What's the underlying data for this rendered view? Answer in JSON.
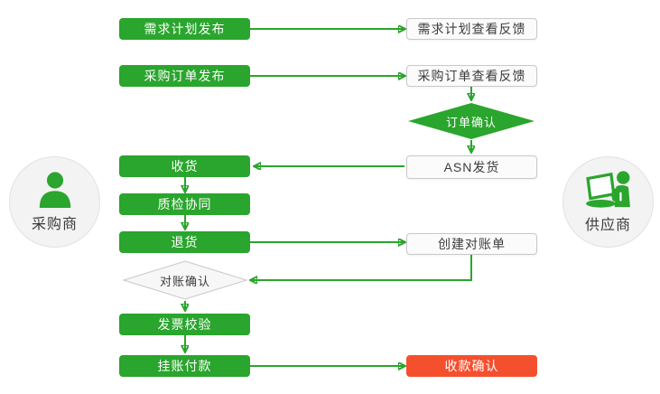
{
  "actors": {
    "buyer": "采购商",
    "supplier": "供应商"
  },
  "nodes": {
    "demand_publish": "需求计划发布",
    "demand_feedback": "需求计划查看反馈",
    "po_publish": "采购订单发布",
    "po_feedback": "采购订单查看反馈",
    "order_confirm": "订单确认",
    "asn_ship": "ASN发货",
    "receive": "收货",
    "quality_check": "质检协同",
    "return_goods": "退货",
    "create_statement": "创建对账单",
    "statement_confirm": "对账确认",
    "invoice_verify": "发票校验",
    "pending_payment": "挂账付款",
    "payment_confirm": "收款确认"
  },
  "colors": {
    "green": "#2aa52d",
    "red": "#f4502e",
    "white_box_bg": "#fbfbfb",
    "white_box_border": "#c9c9c9",
    "gray_diamond_bg": "#f7f7f7",
    "gray_diamond_border": "#c9c9c9",
    "text_dark": "#3c3c3c",
    "actor_circle_bg": "#f3f3f3"
  }
}
